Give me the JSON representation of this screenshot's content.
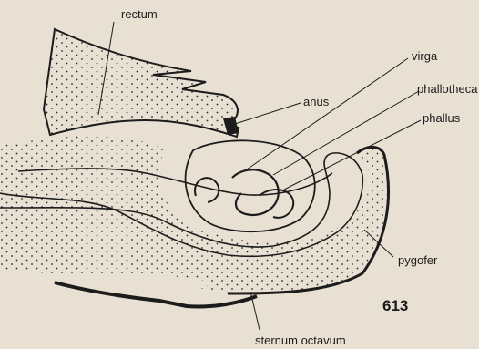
{
  "labels": {
    "rectum": "rectum",
    "anus": "anus",
    "virga": "virga",
    "phallotheca": "phallotheca",
    "phallus": "phallus",
    "pygofer": "pygofer",
    "sternum_octavum": "sternum octavum"
  },
  "figure_number": "613",
  "colors": {
    "background": "#e8e1d3",
    "ink": "#1c1c1c"
  }
}
